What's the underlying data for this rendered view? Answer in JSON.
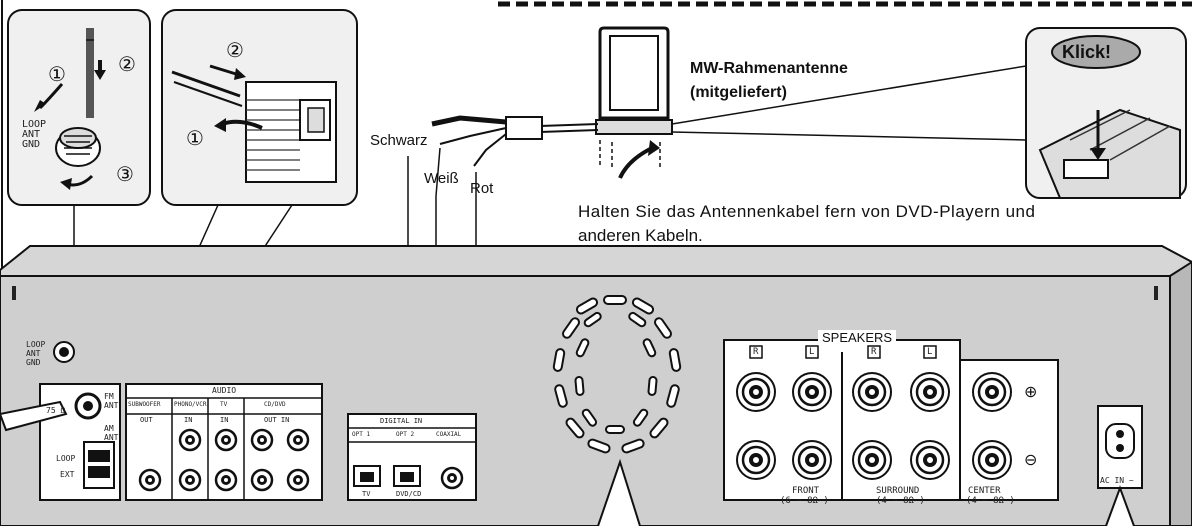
{
  "antenna": {
    "title_line1": "MW-Rahmenantenne",
    "title_line2": "(mitgeliefert)",
    "click": "Klick!",
    "note_line1": "Halten Sie das Antennenkabel fern von DVD-Playern und",
    "note_line2": "anderen Kabeln."
  },
  "wires": {
    "black": "Schwarz",
    "white": "Weiß",
    "red": "Rot"
  },
  "steps": {
    "one": "①",
    "two": "②",
    "three": "③"
  },
  "terminal_label": {
    "l1": "LOOP",
    "l2": "ANT",
    "l3": "GND"
  },
  "panel": {
    "loop_ant_gnd": [
      "LOOP",
      "ANT",
      "GND"
    ],
    "fm_ant": [
      "FM",
      "ANT"
    ],
    "fm_ohm": "75 Ω",
    "am_ant": [
      "AM",
      "ANT"
    ],
    "loop": "LOOP",
    "ext": "EXT",
    "audio_header": "AUDIO",
    "audio_cols": [
      "SUBWOOFER",
      "PHONO/VCR",
      "TV",
      "CD/DVD"
    ],
    "audio_sub": [
      "OUT",
      "IN",
      "IN",
      "OUT IN"
    ],
    "digital_in": "DIGITAL IN",
    "digital_cols": [
      "OPT 1",
      "OPT 2",
      "COAXIAL"
    ],
    "digital_bottom": [
      "TV",
      "DVD/CD"
    ],
    "speakers": "SPEAKERS",
    "front": "FRONT",
    "front_ohm": "(6 ~ 8Ω )",
    "surround": "SURROUND",
    "surround_ohm": "(4 ~ 8Ω )",
    "center": "CENTER",
    "center_ohm": "(4 ~ 8Ω )",
    "ac_in": "AC IN ~",
    "r": "R",
    "l": "L",
    "plus": "⊕",
    "minus": "⊖"
  }
}
